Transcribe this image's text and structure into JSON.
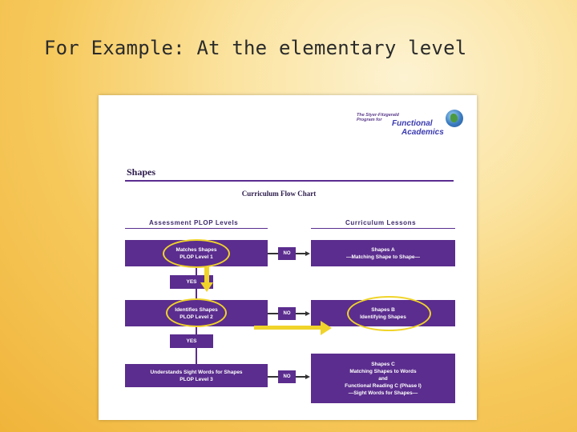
{
  "slide": {
    "title": "For Example: At the elementary level"
  },
  "logo": {
    "line1": "The Styer-Fitzgerald",
    "line2": "Program for",
    "line3": "Functional",
    "line4": "Academics"
  },
  "document": {
    "section_title": "Shapes",
    "chart_title": "Curriculum Flow Chart",
    "left_header": "Assessment PLOP Levels",
    "right_header": "Curriculum Lessons"
  },
  "plop_levels": [
    {
      "name": "Matches Shapes",
      "level": "PLOP Level 1"
    },
    {
      "name": "Identifies Shapes",
      "level": "PLOP Level 2"
    },
    {
      "name": "Understands Sight Words for Shapes",
      "level": "PLOP Level 3"
    }
  ],
  "connectors": {
    "yes1": "YES",
    "yes2": "YES",
    "no1": "NO",
    "no2": "NO",
    "no3": "NO"
  },
  "lessons": [
    {
      "line1": "Shapes A",
      "line2": "—Matching Shape to Shape—"
    },
    {
      "line1": "Shapes B",
      "line2": "Identifying Shapes"
    },
    {
      "line1": "Shapes C",
      "line2": "Matching Shapes to Words",
      "line3": "and",
      "line4": "Functional Reading C (Phase I)",
      "line5": "—Sight Words for Shapes—"
    }
  ],
  "colors": {
    "purple": "#5b2d8e",
    "highlight": "#f0d42a"
  }
}
